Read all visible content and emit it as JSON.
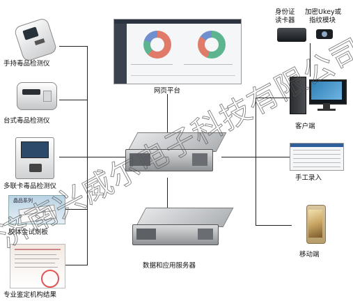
{
  "devices": {
    "handheld": "手持毒品检测仪",
    "desktop": "台式毒品检测仪",
    "multicard": "多联卡毒品检测仪",
    "colloidal": "胶体金试剂板",
    "agency": "专业鉴定机构结果",
    "web": "网页平台",
    "idreader_line1": "身份证",
    "idreader_line2": "读卡器",
    "ukey_line1": "加密Ukey或",
    "ukey_line2": "指纹模块",
    "client": "客户端",
    "manual": "手工录入",
    "mobile": "移动端",
    "server": "数据和应用服务器"
  },
  "photo_text": {
    "reagent_header": "晶品系列"
  },
  "watermark": "济南兴威尔电子科技有限公司"
}
